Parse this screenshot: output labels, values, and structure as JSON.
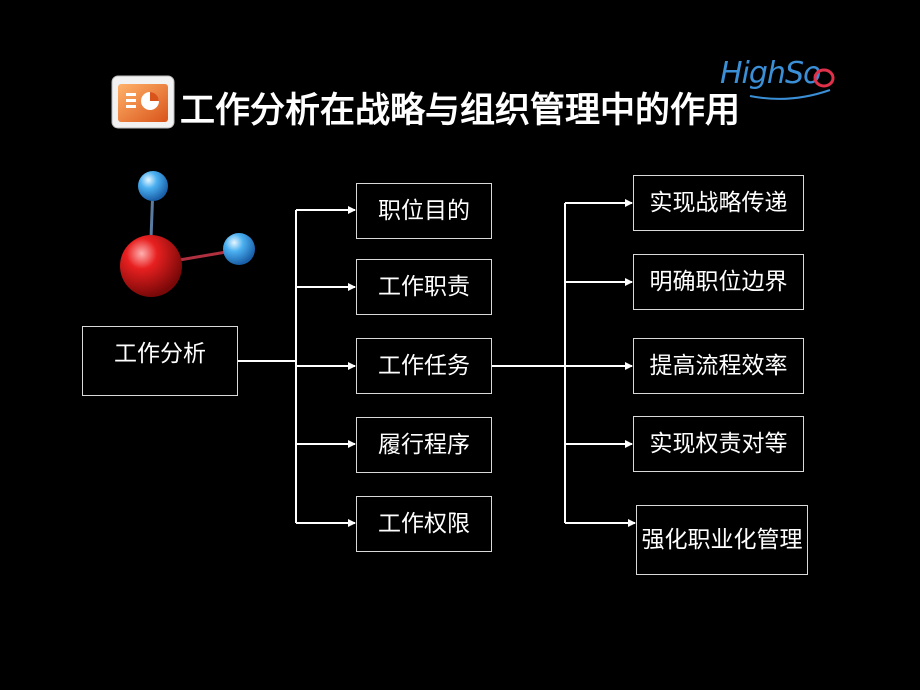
{
  "title": "工作分析在战略与组织管理中的作用",
  "logo": {
    "text": "HighSo"
  },
  "diagram": {
    "root": "工作分析",
    "middle": [
      "职位目的",
      "工作职责",
      "工作任务",
      "履行程序",
      "工作权限"
    ],
    "right": [
      "实现战略传递",
      "明确职位边界",
      "提高流程效率",
      "实现权责对等",
      "强化职业化管理"
    ]
  },
  "colors": {
    "background": "#000000",
    "text": "#ffffff",
    "logo": "#3b8fd6",
    "icon_orange": "#e8702a",
    "molecule_red": "#d81818",
    "molecule_blue": "#3aa0e8"
  },
  "icons": [
    "presentation-icon",
    "molecule-icon",
    "highso-logo-icon"
  ]
}
